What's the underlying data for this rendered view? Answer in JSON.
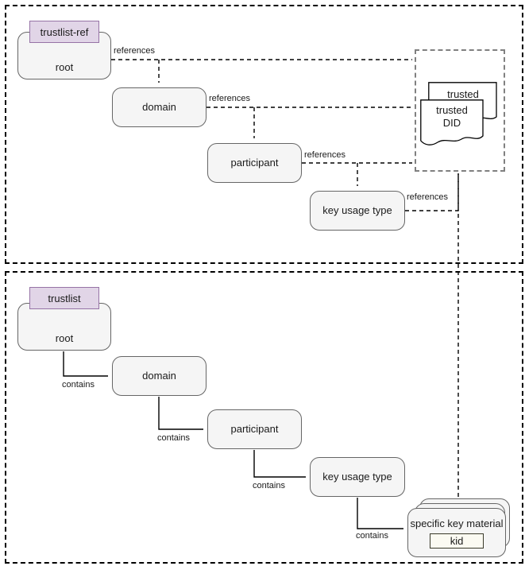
{
  "diagram": {
    "title_hidden": "",
    "colors": {
      "node_fill": "#f5f5f5",
      "node_stroke": "#666666",
      "accent_fill": "#e1d5e7",
      "accent_stroke": "#9673a6",
      "kid_fill": "#fbfaf2",
      "kid_stroke": "#3a3a2a",
      "edge": "#000000",
      "group_border": "#000000"
    },
    "groups": [
      {
        "name": "trustlist-ref-group",
        "edge_style": "dashed"
      },
      {
        "name": "trustlist-group",
        "edge_style": "dashed"
      },
      {
        "name": "trusted-did-group",
        "edge_style": "dashed"
      }
    ]
  },
  "ref_section": {
    "root": {
      "title": "trustlist-ref",
      "label": "root"
    },
    "nodes": [
      {
        "id": "domain",
        "label": "domain"
      },
      {
        "id": "participant",
        "label": "participant"
      },
      {
        "id": "key_usage_type",
        "label": "key usage type"
      }
    ],
    "edges": [
      {
        "from": "root",
        "to": "domain",
        "label": "references"
      },
      {
        "from": "root",
        "to": "trusted-did",
        "label": ""
      },
      {
        "from": "domain",
        "to": "participant",
        "label": "references"
      },
      {
        "from": "domain",
        "to": "trusted-did",
        "label": ""
      },
      {
        "from": "participant",
        "to": "key_usage_type",
        "label": "references"
      },
      {
        "from": "participant",
        "to": "trusted-did",
        "label": ""
      },
      {
        "from": "key_usage_type",
        "to": "trusted-did",
        "label": "references"
      }
    ],
    "edge_labels": {
      "root_references": "references",
      "domain_references": "references",
      "participant_references": "references",
      "kut_references": "references"
    }
  },
  "trusted_did": {
    "back_doc_label": "trusted",
    "front_doc_label_line1": "trusted",
    "front_doc_label_line2": "DID"
  },
  "list_section": {
    "root": {
      "title": "trustlist",
      "label": "root"
    },
    "nodes": [
      {
        "id": "domain",
        "label": "domain"
      },
      {
        "id": "participant",
        "label": "participant"
      },
      {
        "id": "key_usage_type",
        "label": "key usage type"
      },
      {
        "id": "specific_key_material",
        "label": "specific key material",
        "kid": "kid"
      }
    ],
    "edges": [
      {
        "from": "root",
        "to": "domain",
        "label": "contains"
      },
      {
        "from": "domain",
        "to": "participant",
        "label": "contains"
      },
      {
        "from": "participant",
        "to": "key_usage_type",
        "label": "contains"
      },
      {
        "from": "key_usage_type",
        "to": "specific_key_material",
        "label": "contains"
      }
    ],
    "edge_labels": {
      "root_contains": "contains",
      "domain_contains": "contains",
      "participant_contains": "contains",
      "kut_contains": "contains"
    }
  },
  "cross_link": {
    "from": "specific key material",
    "to": "trusted DID",
    "style": "dashed-bidirectional",
    "label": ""
  }
}
